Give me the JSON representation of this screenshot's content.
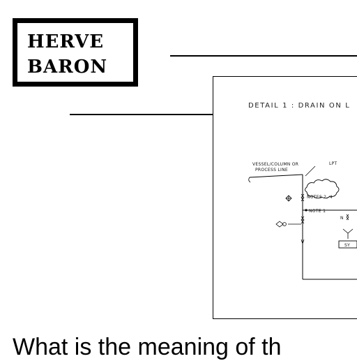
{
  "logo": {
    "line1": "HERVE",
    "line2": "BARON"
  },
  "detail": {
    "title": "DETAIL 1 : DRAIN ON L",
    "labels": {
      "vessel": "VESSEL/COLUMN OR",
      "process": "PROCESS LINE",
      "lpt": "LPT",
      "notes24": "NOTES 2, 4",
      "note1": "NOTE 1",
      "note_partial": "N",
      "sy": "SY"
    }
  },
  "question": "What is the meaning of th"
}
